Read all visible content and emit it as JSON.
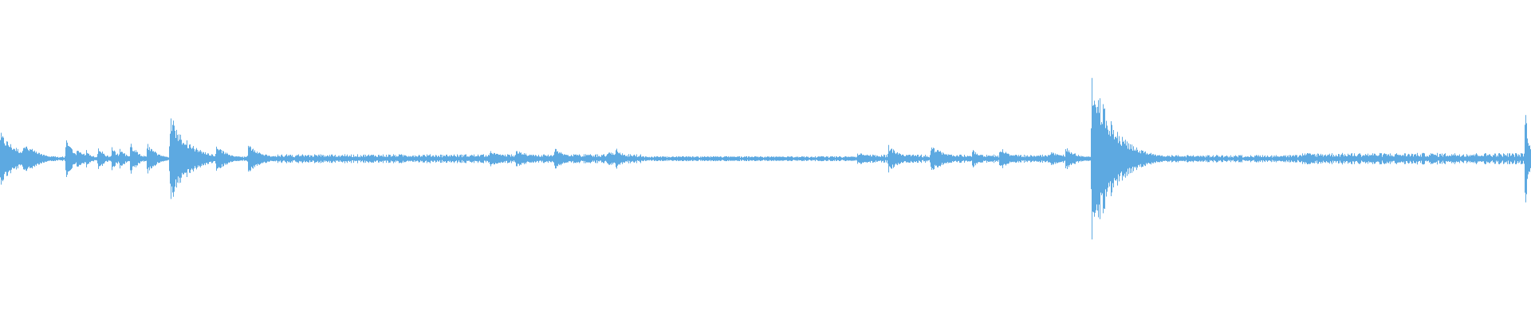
{
  "waveform": {
    "color": "#5DA9E1",
    "background": "#ffffff",
    "baseline_amplitude": 0.012,
    "noise_floor": 0.01,
    "events": [
      {
        "t": 0.0,
        "amp": 0.17,
        "decay": 0.012
      },
      {
        "t": 0.015,
        "amp": 0.11,
        "decay": 0.01
      },
      {
        "t": 0.043,
        "amp": 0.12,
        "decay": 0.006
      },
      {
        "t": 0.05,
        "amp": 0.08,
        "decay": 0.005
      },
      {
        "t": 0.056,
        "amp": 0.06,
        "decay": 0.004
      },
      {
        "t": 0.064,
        "amp": 0.09,
        "decay": 0.004
      },
      {
        "t": 0.073,
        "amp": 0.08,
        "decay": 0.004
      },
      {
        "t": 0.078,
        "amp": 0.08,
        "decay": 0.004
      },
      {
        "t": 0.085,
        "amp": 0.11,
        "decay": 0.005
      },
      {
        "t": 0.096,
        "amp": 0.11,
        "decay": 0.006
      },
      {
        "t": 0.111,
        "amp": 0.29,
        "decay": 0.012
      },
      {
        "t": 0.141,
        "amp": 0.09,
        "decay": 0.008
      },
      {
        "t": 0.162,
        "amp": 0.1,
        "decay": 0.008
      },
      {
        "t": 0.32,
        "amp": 0.05,
        "decay": 0.012
      },
      {
        "t": 0.337,
        "amp": 0.05,
        "decay": 0.015
      },
      {
        "t": 0.362,
        "amp": 0.07,
        "decay": 0.008
      },
      {
        "t": 0.397,
        "amp": 0.05,
        "decay": 0.01
      },
      {
        "t": 0.402,
        "amp": 0.07,
        "decay": 0.006
      },
      {
        "t": 0.56,
        "amp": 0.04,
        "decay": 0.012
      },
      {
        "t": 0.58,
        "amp": 0.09,
        "decay": 0.008
      },
      {
        "t": 0.608,
        "amp": 0.09,
        "decay": 0.01
      },
      {
        "t": 0.635,
        "amp": 0.06,
        "decay": 0.006
      },
      {
        "t": 0.653,
        "amp": 0.08,
        "decay": 0.006
      },
      {
        "t": 0.686,
        "amp": 0.05,
        "decay": 0.008
      },
      {
        "t": 0.696,
        "amp": 0.08,
        "decay": 0.007
      },
      {
        "t": 0.713,
        "amp": 0.58,
        "decay": 0.014
      },
      {
        "t": 0.996,
        "amp": 0.32,
        "decay": 0.003
      }
    ],
    "noise_bands": [
      {
        "from": 0.17,
        "to": 0.42,
        "amp": 0.022
      },
      {
        "from": 0.42,
        "to": 0.56,
        "amp": 0.012
      },
      {
        "from": 0.56,
        "to": 0.7,
        "amp": 0.02
      },
      {
        "from": 0.73,
        "to": 0.85,
        "amp": 0.018
      },
      {
        "from": 0.85,
        "to": 1.0,
        "amp": 0.028
      }
    ]
  }
}
